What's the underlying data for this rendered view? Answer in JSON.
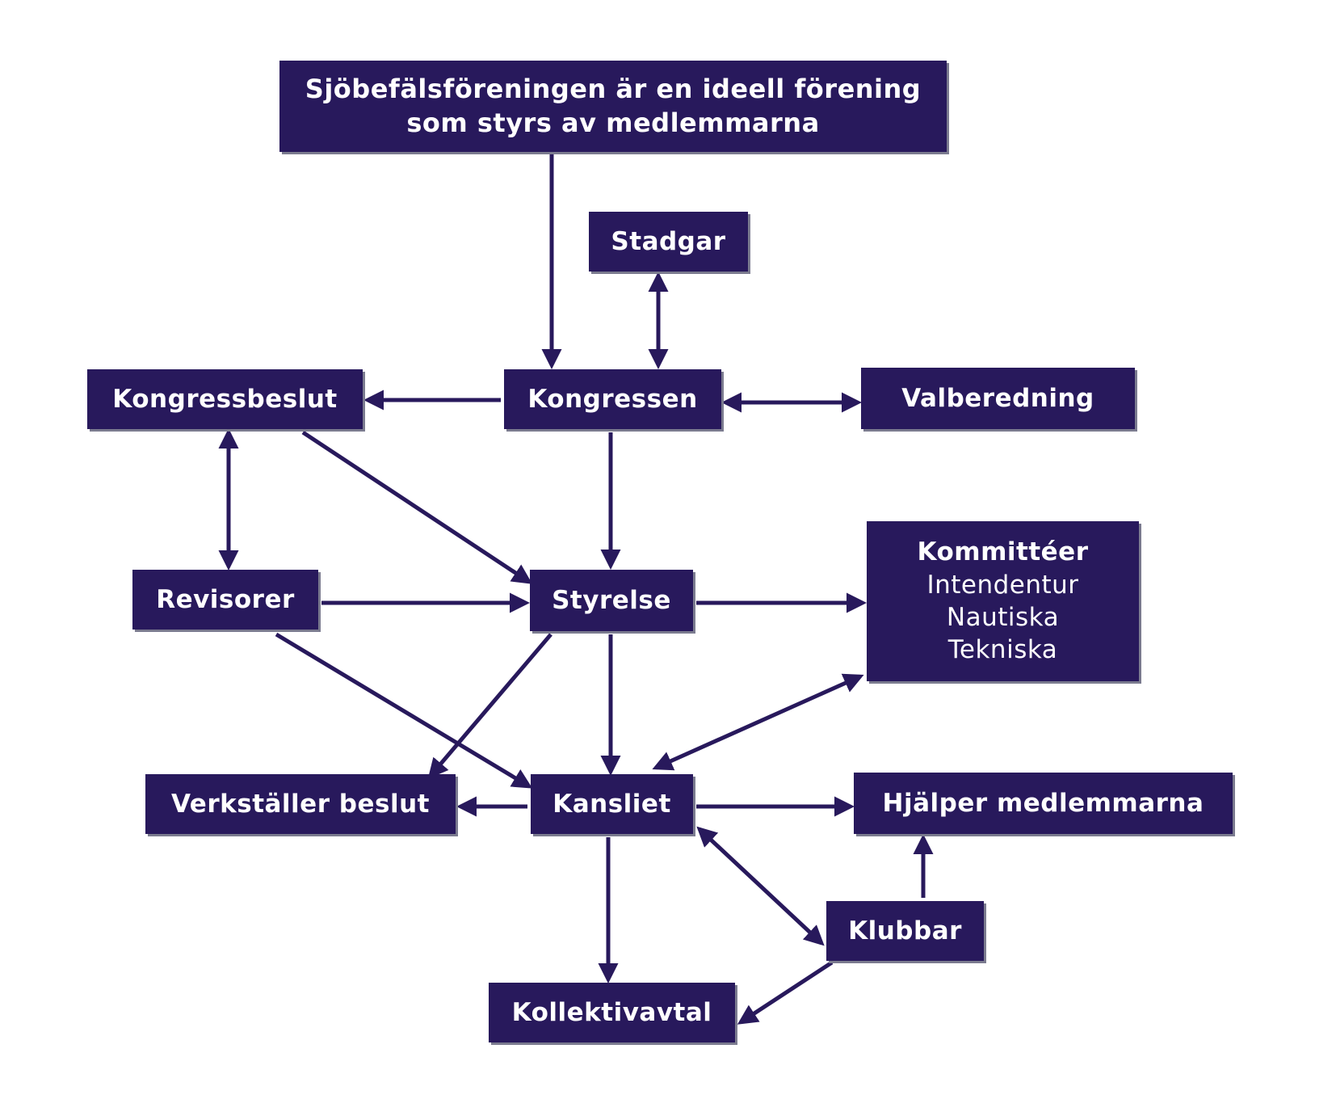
{
  "diagram": {
    "colors": {
      "box_fill": "#28195c",
      "box_text": "#ffffff",
      "arrow": "#28195c"
    },
    "nodes": {
      "root": [
        "Sjöbefälsföreningen är en ideell förening",
        "som styrs av medlemmarna"
      ],
      "stadgar": "Stadgar",
      "kongressen": "Kongressen",
      "kongressbeslut": "Kongressbeslut",
      "valberedning": "Valberedning",
      "revisorer": "Revisorer",
      "styrelse": "Styrelse",
      "kommitteer": {
        "title": "Kommittéer",
        "items": [
          "Intendentur",
          "Nautiska",
          "Tekniska"
        ]
      },
      "kansliet": "Kansliet",
      "verkstaller": "Verkställer beslut",
      "hjalper": "Hjälper medlemmarna",
      "klubbar": "Klubbar",
      "kollektivavtal": "Kollektivavtal"
    },
    "edges": [
      {
        "from": "root",
        "to": "kongressen",
        "direction": "forward"
      },
      {
        "from": "stadgar",
        "to": "kongressen",
        "direction": "both"
      },
      {
        "from": "kongressen",
        "to": "kongressbeslut",
        "direction": "forward"
      },
      {
        "from": "kongressen",
        "to": "valberedning",
        "direction": "both"
      },
      {
        "from": "kongressen",
        "to": "styrelse",
        "direction": "forward"
      },
      {
        "from": "kongressbeslut",
        "to": "revisorer",
        "direction": "both"
      },
      {
        "from": "kongressbeslut",
        "to": "styrelse",
        "direction": "forward"
      },
      {
        "from": "revisorer",
        "to": "styrelse",
        "direction": "forward"
      },
      {
        "from": "revisorer",
        "to": "kansliet",
        "direction": "forward"
      },
      {
        "from": "styrelse",
        "to": "kommitteer",
        "direction": "forward"
      },
      {
        "from": "styrelse",
        "to": "verkstaller",
        "direction": "forward"
      },
      {
        "from": "styrelse",
        "to": "kansliet",
        "direction": "forward"
      },
      {
        "from": "kommitteer",
        "to": "kansliet",
        "direction": "both"
      },
      {
        "from": "kansliet",
        "to": "verkstaller",
        "direction": "forward"
      },
      {
        "from": "kansliet",
        "to": "hjalper",
        "direction": "forward"
      },
      {
        "from": "kansliet",
        "to": "kollektivavtal",
        "direction": "forward"
      },
      {
        "from": "kansliet",
        "to": "klubbar",
        "direction": "both"
      },
      {
        "from": "klubbar",
        "to": "hjalper",
        "direction": "forward"
      },
      {
        "from": "klubbar",
        "to": "kollektivavtal",
        "direction": "forward"
      }
    ]
  }
}
